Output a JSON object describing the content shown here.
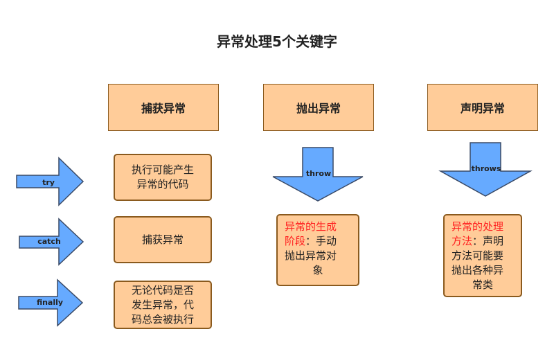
{
  "title": "异常处理5个关键字",
  "colors": {
    "box_fill": "#ffcc99",
    "box_border": "#8a5a1e",
    "arrow_fill": "#66aaff",
    "arrow_border": "#3a4a66",
    "highlight": "#ff2020"
  },
  "columns": [
    {
      "header": "捕获异常"
    },
    {
      "header": "抛出异常"
    },
    {
      "header": "声明异常"
    }
  ],
  "catch_items": [
    {
      "keyword": "try",
      "desc_lines": [
        "执行可能产生",
        "异常的代码"
      ]
    },
    {
      "keyword": "catch",
      "desc_lines": [
        "捕获异常"
      ]
    },
    {
      "keyword": "finally",
      "desc_lines": [
        "无论代码是否",
        "发生异常，代",
        "码总会被执行"
      ]
    }
  ],
  "throw_block": {
    "keyword": "throw",
    "highlight_lines": [
      "异常的生成",
      "阶段"
    ],
    "rest_lines": [
      "：手动",
      "抛出异常对",
      "象"
    ]
  },
  "throws_block": {
    "keyword": "throws",
    "highlight_lines": [
      "异常的处理",
      "方法"
    ],
    "rest_lines": [
      "：声明",
      "方法可能要",
      "抛出各种异",
      "常类"
    ]
  }
}
